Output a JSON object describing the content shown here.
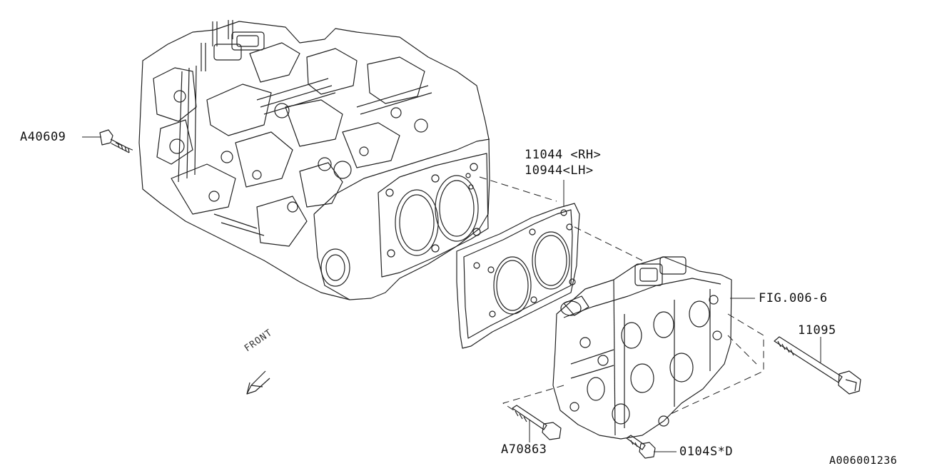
{
  "diagram": {
    "callouts": [
      {
        "id": "a40609",
        "text": "A40609"
      },
      {
        "id": "p11044",
        "text": "11044 <RH>"
      },
      {
        "id": "p10944",
        "text": "10944<LH>"
      },
      {
        "id": "fig",
        "text": "FIG.006-6"
      },
      {
        "id": "p11095",
        "text": "11095"
      },
      {
        "id": "a70863",
        "text": "A70863"
      },
      {
        "id": "p0104",
        "text": "0104S*D"
      }
    ],
    "front_label": "FRONT",
    "drawing_id": "A006001236"
  }
}
